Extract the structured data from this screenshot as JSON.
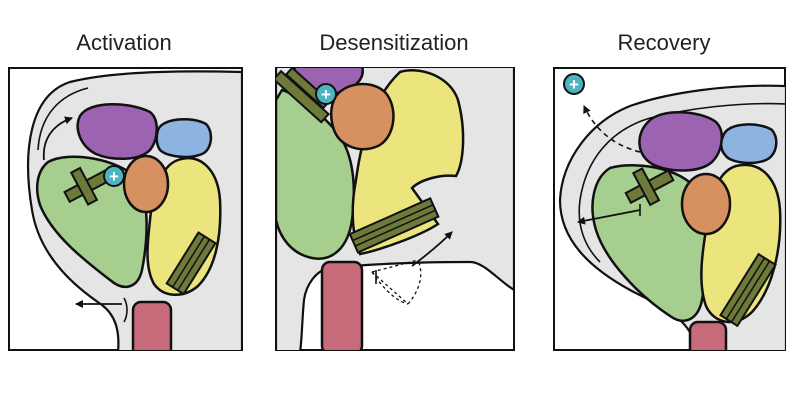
{
  "titles": {
    "activation": "Activation",
    "desensitization": "Desensitization",
    "recovery": "Recovery"
  },
  "ion_symbol": "+",
  "colors": {
    "background": "#e5e5e5",
    "outline": "#111111",
    "purple_domain": "#9c64b0",
    "blue_domain": "#8db4e1",
    "orange_domain": "#d7905f",
    "green_domain": "#a6cf8f",
    "yellow_domain": "#ece47c",
    "stripe_fill": "#6e7a3a",
    "pink_stalk": "#c76b7b",
    "ion": "#4cb4c0"
  }
}
